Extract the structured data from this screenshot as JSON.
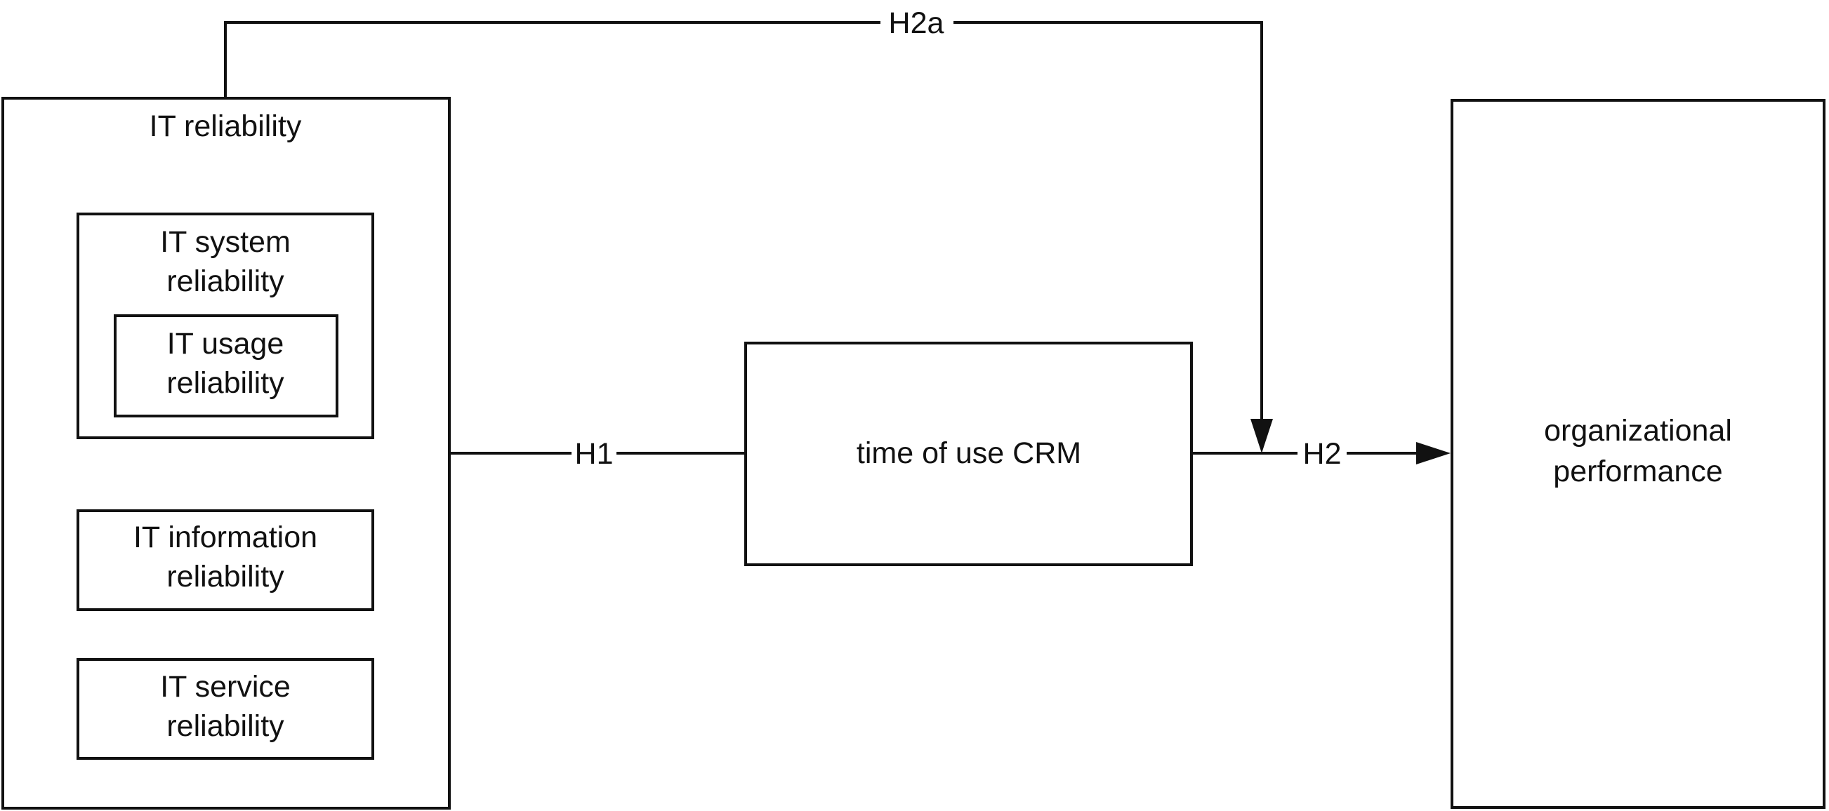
{
  "diagram": {
    "boxes": {
      "it_reliability": "IT reliability",
      "it_system_reliability": [
        "IT system",
        "reliability"
      ],
      "it_usage_reliability": [
        "IT usage",
        "reliability"
      ],
      "it_information_reliability": [
        "IT information",
        "reliability"
      ],
      "it_service_reliability": [
        "IT service",
        "reliability"
      ],
      "time_of_use_crm": "time of use CRM",
      "organizational_performance": [
        "organizational",
        "performance"
      ]
    },
    "edges": {
      "h1": "H1",
      "h2": "H2",
      "h2a": "H2a"
    }
  }
}
